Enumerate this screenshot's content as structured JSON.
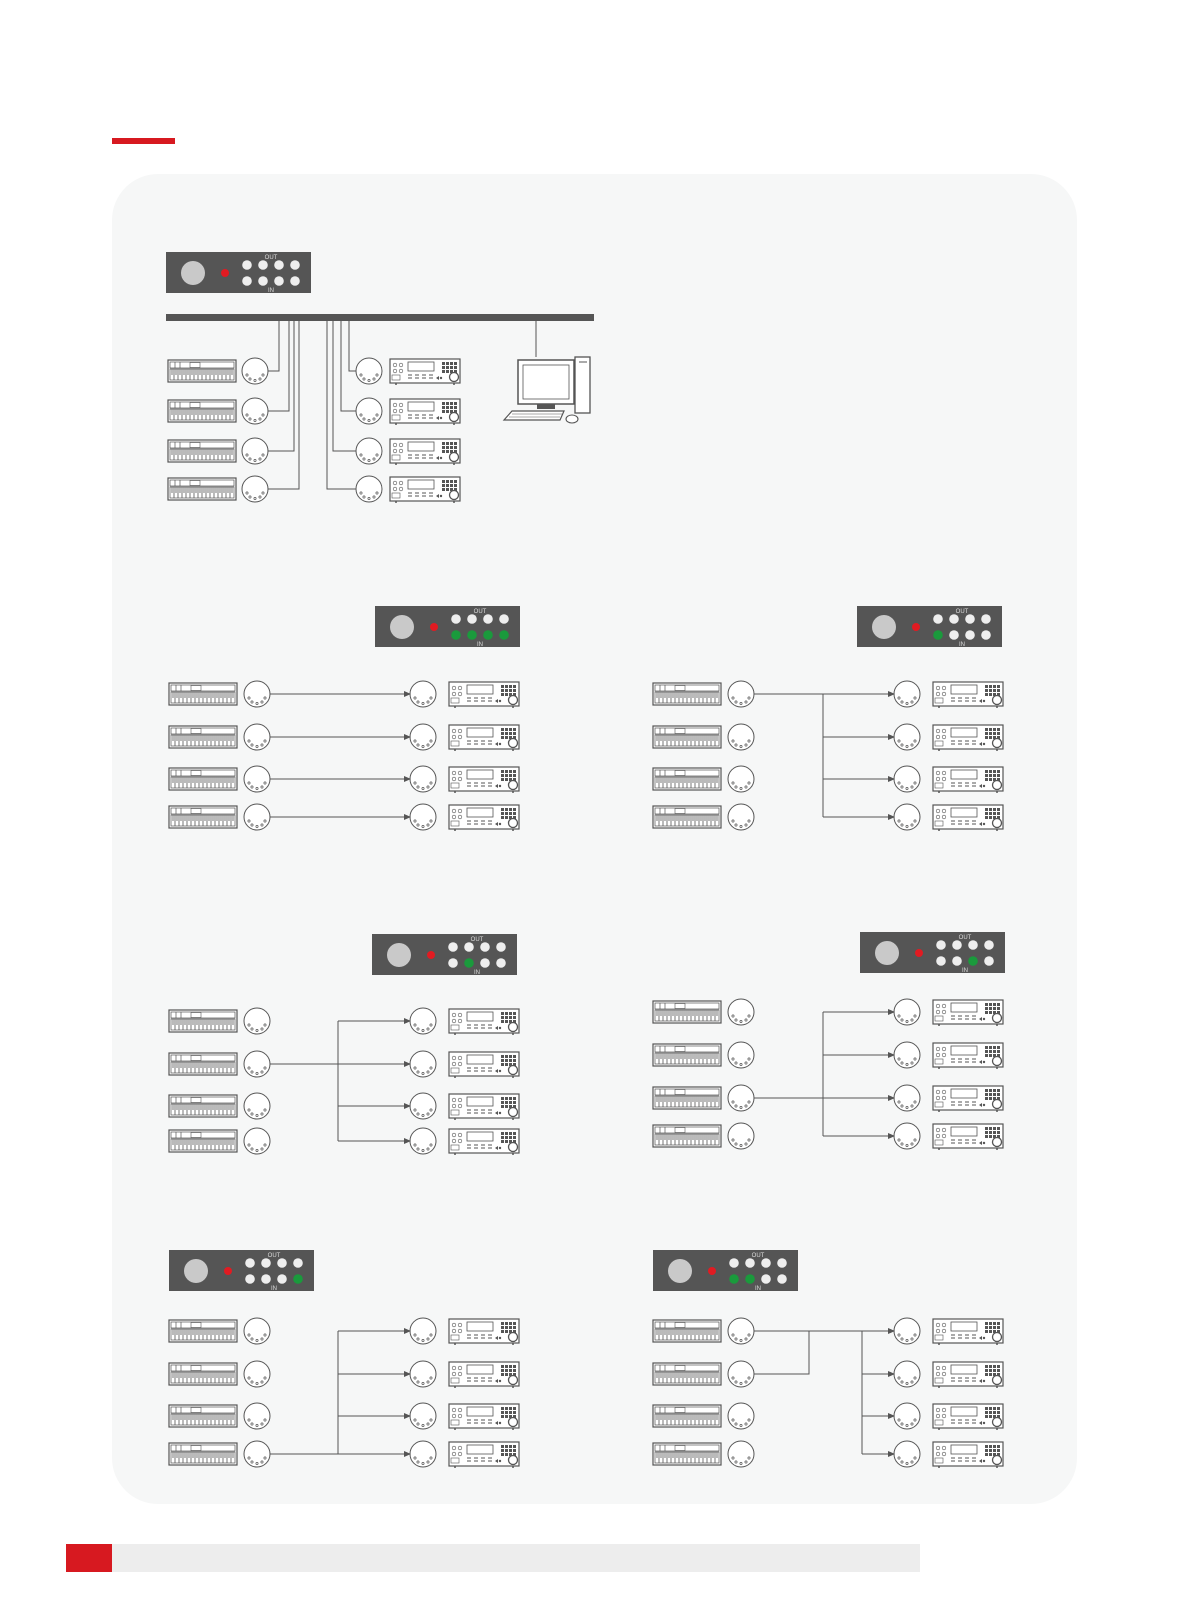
{
  "colors": {
    "accent": "#d71920",
    "panel": "#f6f7f7",
    "device": "#555555",
    "line": "#555555",
    "led_red": "#e11b22",
    "led_green": "#1a9a3c",
    "led_off": "#eeeeee",
    "footer_bar": "#ededed"
  },
  "interface": {
    "out_label": "OUT",
    "in_label": "IN"
  },
  "icons": {
    "keyboard": "midi-keyboard-icon",
    "midi_port": "din-connector-icon",
    "sound_module": "sound-module-icon",
    "computer": "computer-icon",
    "interface": "midi-interface-icon"
  },
  "diagrams": [
    {
      "id": "overview",
      "routing": "all-to-computer",
      "active_ins": [],
      "keyboards": 4,
      "modules": 4
    },
    {
      "id": "direct",
      "routing": "1:1",
      "active_ins": [
        1,
        2,
        3,
        4
      ],
      "sources": [
        1,
        2,
        3,
        4
      ]
    },
    {
      "id": "split-1",
      "routing": "1-to-4",
      "active_ins": [
        1
      ],
      "sources": [
        1
      ]
    },
    {
      "id": "split-2",
      "routing": "1-to-4",
      "active_ins": [
        2
      ],
      "sources": [
        2
      ]
    },
    {
      "id": "split-3",
      "routing": "1-to-4",
      "active_ins": [
        3
      ],
      "sources": [
        3
      ]
    },
    {
      "id": "split-4",
      "routing": "1-to-4",
      "active_ins": [
        4
      ],
      "sources": [
        4
      ]
    },
    {
      "id": "merge-1-2",
      "routing": "2-to-4",
      "active_ins": [
        1,
        2
      ],
      "sources": [
        1,
        2
      ]
    }
  ]
}
